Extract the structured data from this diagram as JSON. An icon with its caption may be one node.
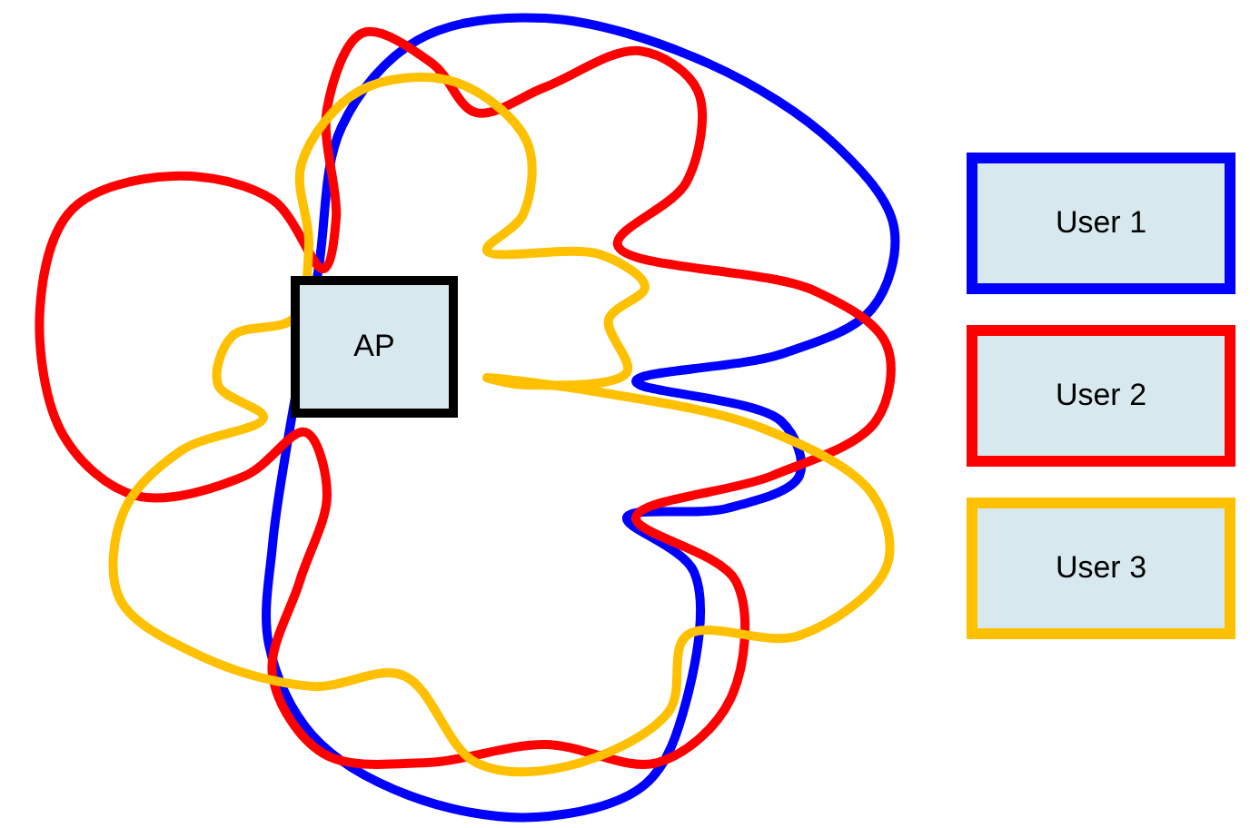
{
  "diagram": {
    "nodes": [
      {
        "text": [
          "AP"
        ]
      }
    ],
    "legend": [
      {
        "text": "User 1",
        "color": "#0000ff"
      },
      {
        "text": "User 2",
        "color": "#ff0000"
      },
      {
        "text": "User 3",
        "color": "#ffc000"
      }
    ]
  }
}
